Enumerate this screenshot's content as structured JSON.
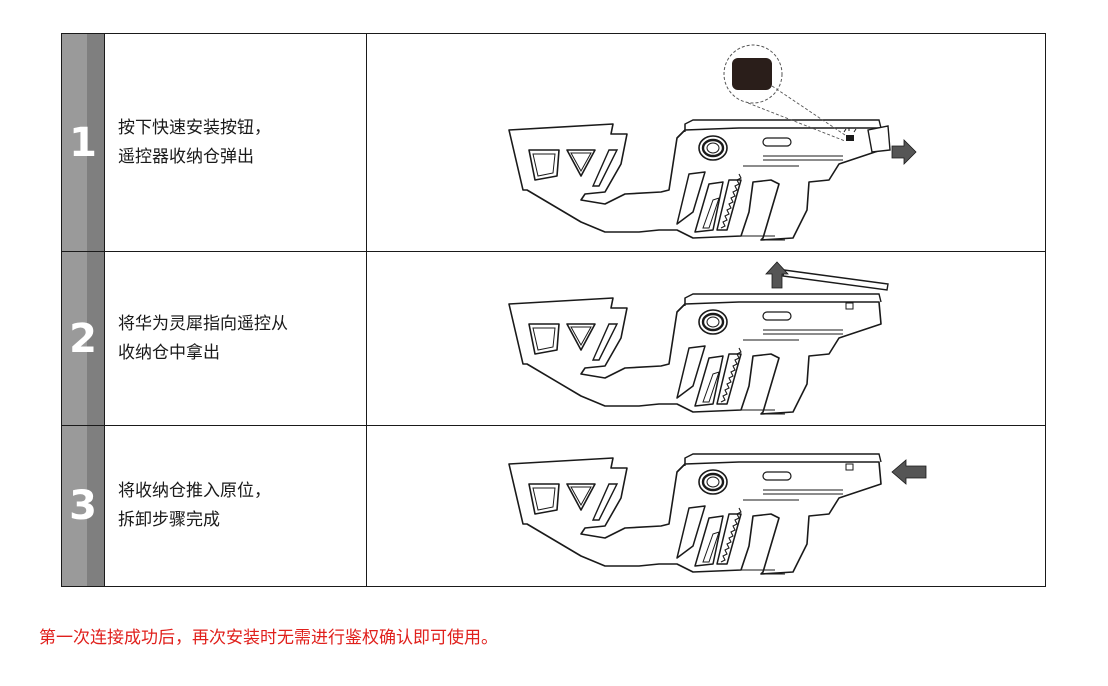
{
  "steps": [
    {
      "number": "1",
      "line1": "按下快速安装按钮，",
      "line2": "遥控器收纳仓弹出"
    },
    {
      "number": "2",
      "line1": "将华为灵犀指向遥控从",
      "line2": "收纳仓中拿出"
    },
    {
      "number": "3",
      "line1": "将收纳仓推入原位，",
      "line2": "拆卸步骤完成"
    }
  ],
  "note": "第一次连接成功后，再次安装时无需进行鉴权确认即可使用。"
}
